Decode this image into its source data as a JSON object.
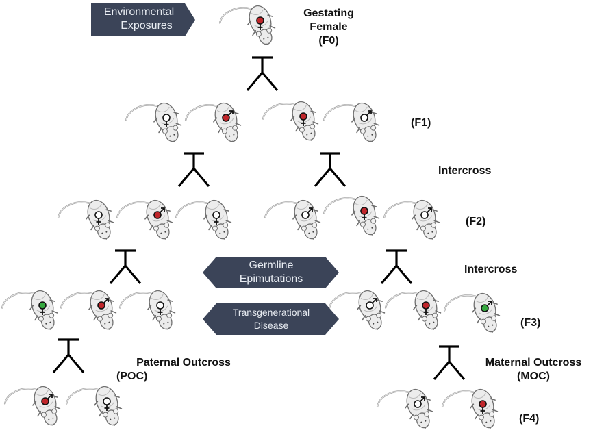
{
  "arrows": {
    "environmental": [
      "Environmental",
      "Exposures"
    ],
    "germline": [
      "Germline",
      "Epimutations"
    ],
    "disease": [
      "Transgenerational",
      "Disease"
    ]
  },
  "labels": {
    "f0_line1": "Gestating",
    "f0_line2": "Female",
    "f0_line3": "(F0)",
    "f1": "(F1)",
    "intercross_1": "Intercross",
    "f2": "(F2)",
    "intercross_2": "Intercross",
    "f3": "(F3)",
    "poc_line1": "Paternal Outcross",
    "poc_line2": "(POC)",
    "moc_line1": "Maternal Outcross",
    "moc_line2": "(MOC)",
    "f4": "(F4)"
  },
  "colors": {
    "arrow_fill": "#3b4458",
    "cross_symbol": "#000000",
    "marker_red": "#c0262b",
    "marker_green": "#35a83f",
    "marker_white": "#ffffff",
    "rat_body": "#ececec"
  },
  "rats": [
    {
      "generation": "F0",
      "sex": "female",
      "marker": "red"
    },
    {
      "generation": "F1",
      "sex": "female",
      "marker": "white"
    },
    {
      "generation": "F1",
      "sex": "male",
      "marker": "red"
    },
    {
      "generation": "F1",
      "sex": "female",
      "marker": "red"
    },
    {
      "generation": "F1",
      "sex": "male",
      "marker": "white"
    },
    {
      "generation": "F2",
      "sex": "female",
      "marker": "white"
    },
    {
      "generation": "F2",
      "sex": "male",
      "marker": "red"
    },
    {
      "generation": "F2",
      "sex": "female",
      "marker": "white"
    },
    {
      "generation": "F2",
      "sex": "male",
      "marker": "white"
    },
    {
      "generation": "F2",
      "sex": "female",
      "marker": "red"
    },
    {
      "generation": "F2",
      "sex": "male",
      "marker": "white"
    },
    {
      "generation": "F3",
      "sex": "female",
      "marker": "green"
    },
    {
      "generation": "F3",
      "sex": "male",
      "marker": "red"
    },
    {
      "generation": "F3",
      "sex": "female",
      "marker": "white"
    },
    {
      "generation": "F3",
      "sex": "male",
      "marker": "white"
    },
    {
      "generation": "F3",
      "sex": "female",
      "marker": "red"
    },
    {
      "generation": "F3",
      "sex": "male",
      "marker": "green"
    },
    {
      "generation": "F4-POC",
      "sex": "male",
      "marker": "red"
    },
    {
      "generation": "F4-POC",
      "sex": "female",
      "marker": "white"
    },
    {
      "generation": "F4-MOC",
      "sex": "male",
      "marker": "white"
    },
    {
      "generation": "F4-MOC",
      "sex": "female",
      "marker": "red"
    }
  ]
}
